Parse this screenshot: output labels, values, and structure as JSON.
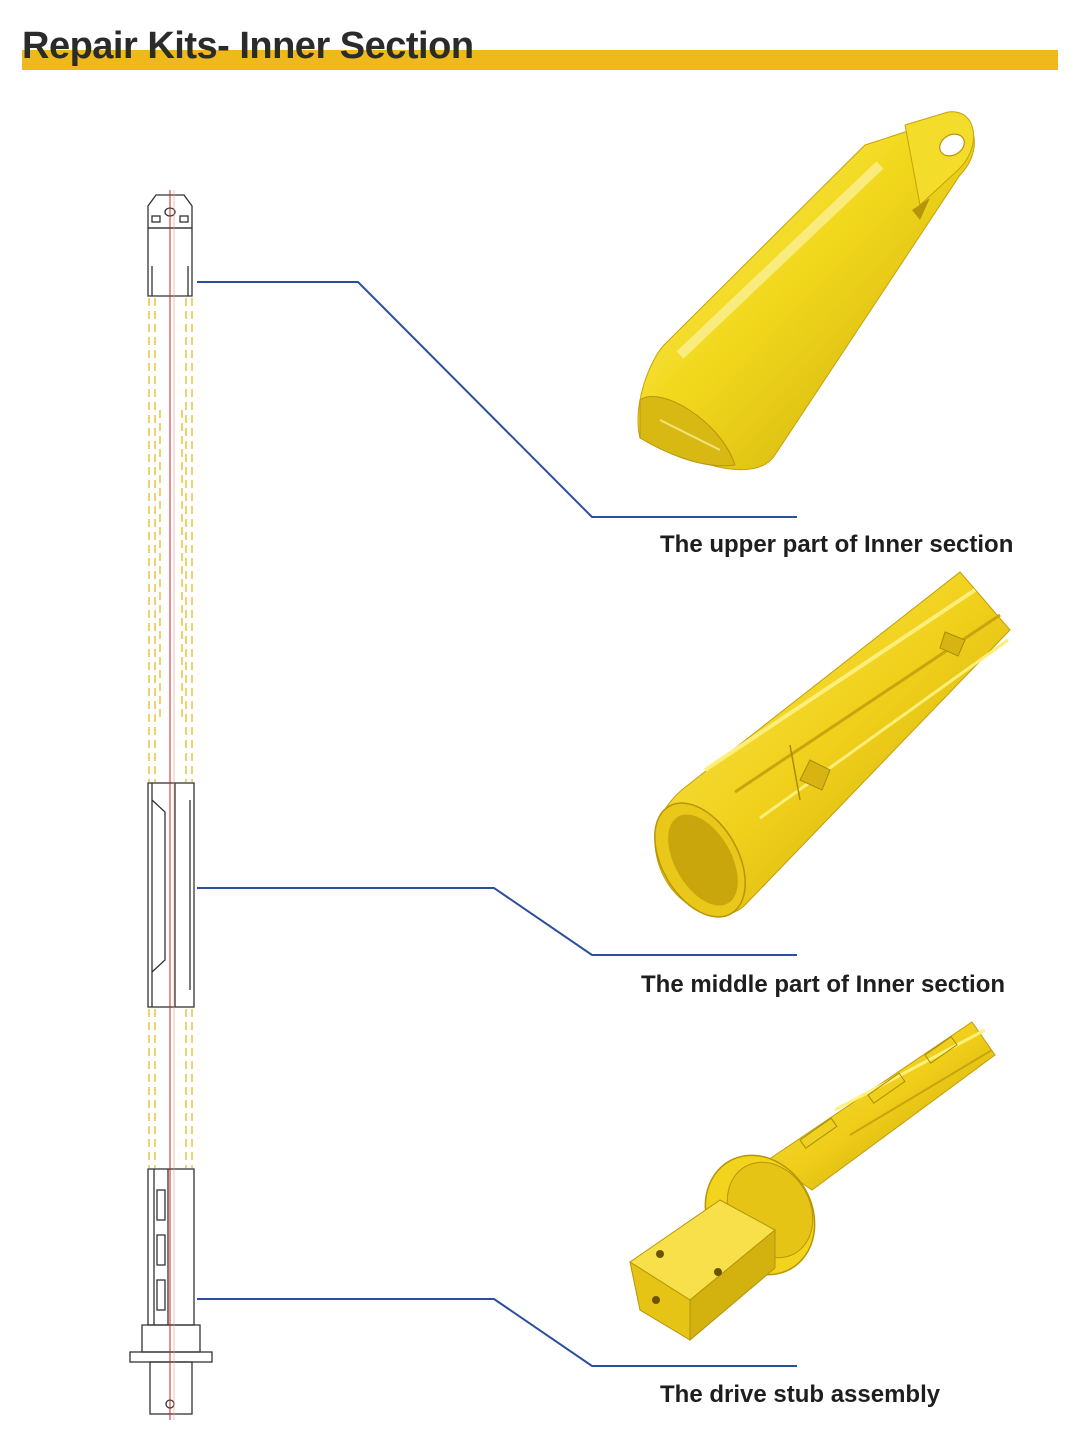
{
  "header": {
    "title": "Repair Kits- Inner Section"
  },
  "parts": [
    {
      "id": "upper",
      "label": "The upper part of Inner section"
    },
    {
      "id": "middle",
      "label": "The middle part of Inner section"
    },
    {
      "id": "drive",
      "label": "The drive stub assembly"
    }
  ],
  "colors": {
    "accent": "#f0b91b",
    "part_yellow": "#f2d81c",
    "leader_line": "#2a4f9e",
    "centerline": "#d62020",
    "drawing_line": "#333333",
    "dashed_outline": "#e8c84a"
  }
}
